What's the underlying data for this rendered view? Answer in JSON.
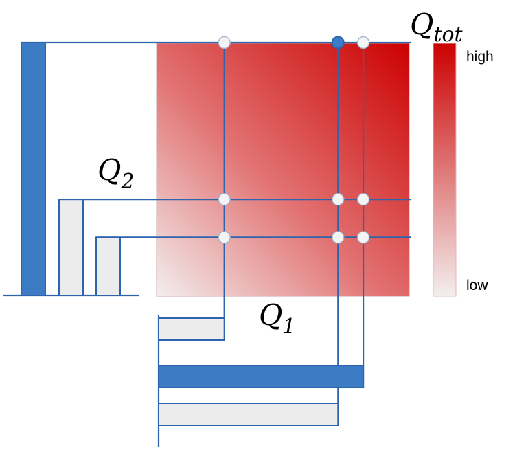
{
  "labels": {
    "q_tot_main": "Q",
    "q_tot_sub": "tot",
    "q1_main": "Q",
    "q1_sub": "1",
    "q2_main": "Q",
    "q2_sub": "2"
  },
  "legend": {
    "high": "high",
    "low": "low"
  },
  "colors": {
    "line_blue": "#2e64ad",
    "bar_selected": "#3b7cc5",
    "bar_unselected": "#ececec",
    "heat_high": "#cc0000",
    "heat_low": "#f3eeee",
    "node_fill": "#f4f4f4"
  },
  "q1_actions": [
    {
      "value": 0.26,
      "selected": false
    },
    {
      "value": 0.81,
      "selected": true
    },
    {
      "value": 0.71,
      "selected": false
    }
  ],
  "q2_actions": [
    {
      "value": 1.0,
      "selected": true
    },
    {
      "value": 0.38,
      "selected": false
    },
    {
      "value": 0.23,
      "selected": false
    }
  ],
  "highlighted_node": {
    "q1_index": 2,
    "q2_index": 0
  }
}
